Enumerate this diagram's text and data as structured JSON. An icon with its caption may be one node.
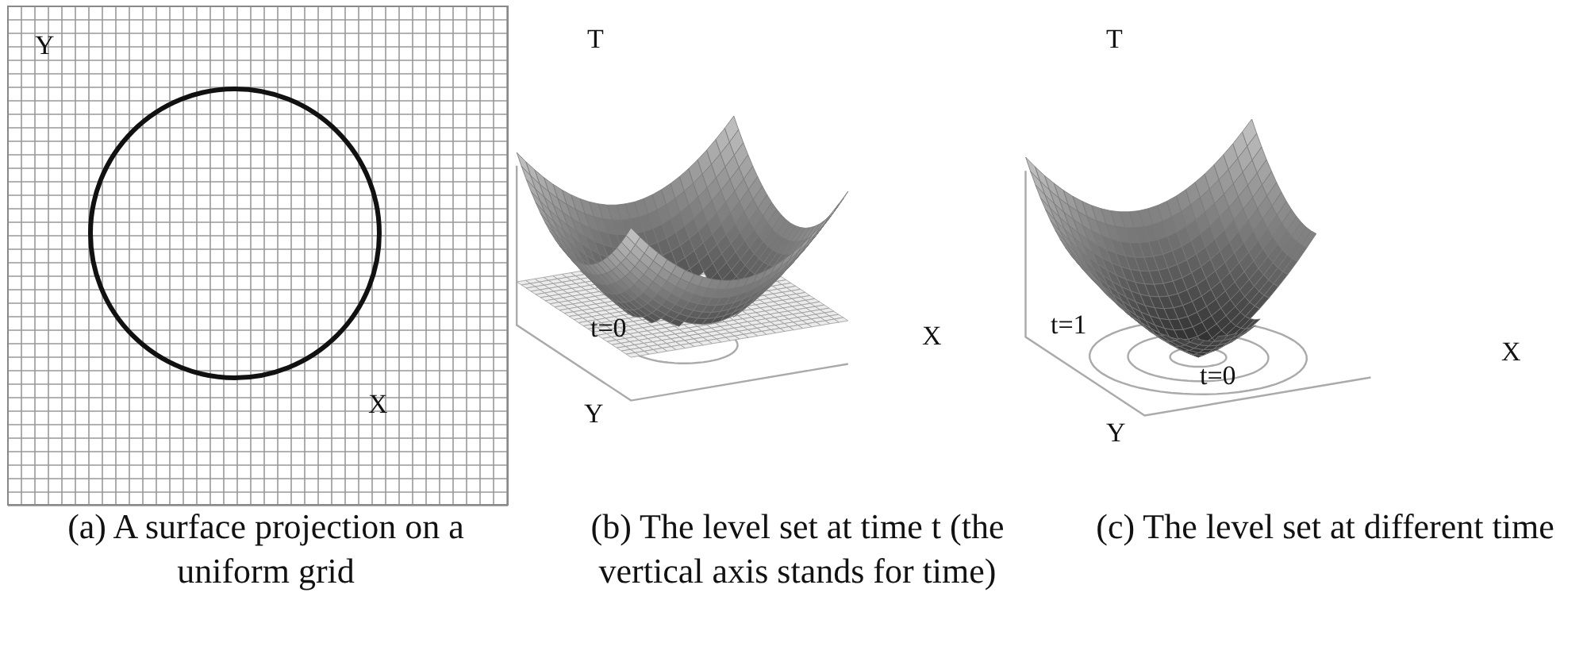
{
  "diagram": {
    "labels": [
      "Y",
      "X",
      "T",
      "t=0",
      "X",
      "Y",
      "T",
      "t=1",
      "t=0",
      "X",
      "Y",
      "(a) A surface projection on a uniform grid",
      "(b) The level set at time t (the vertical axis stands for time)",
      "(c) The level set at different time"
    ]
  }
}
